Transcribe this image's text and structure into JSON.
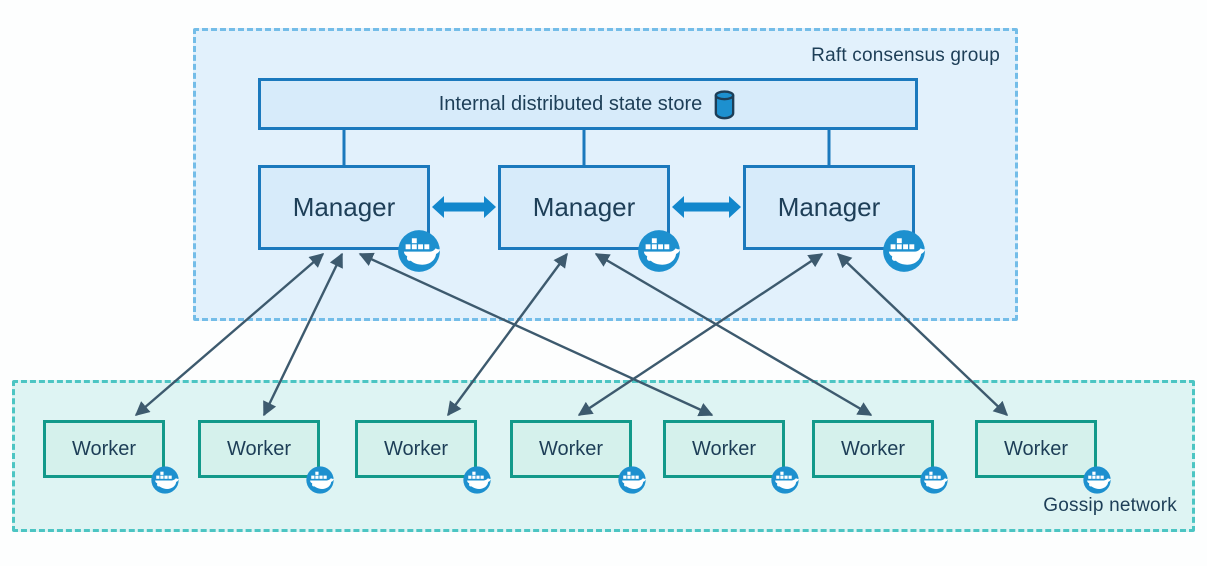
{
  "diagram": {
    "raft": {
      "label": "Raft consensus group",
      "state_store": {
        "label": "Internal distributed state store",
        "icon": "database-cylinder-icon"
      },
      "managers": [
        {
          "label": "Manager",
          "icon": "docker-whale-icon"
        },
        {
          "label": "Manager",
          "icon": "docker-whale-icon"
        },
        {
          "label": "Manager",
          "icon": "docker-whale-icon"
        }
      ]
    },
    "gossip": {
      "label": "Gossip network",
      "workers": [
        {
          "label": "Worker",
          "icon": "docker-whale-icon"
        },
        {
          "label": "Worker",
          "icon": "docker-whale-icon"
        },
        {
          "label": "Worker",
          "icon": "docker-whale-icon"
        },
        {
          "label": "Worker",
          "icon": "docker-whale-icon"
        },
        {
          "label": "Worker",
          "icon": "docker-whale-icon"
        },
        {
          "label": "Worker",
          "icon": "docker-whale-icon"
        },
        {
          "label": "Worker",
          "icon": "docker-whale-icon"
        }
      ]
    },
    "connections": {
      "manager_peer_links": [
        {
          "from": "manager-1",
          "to": "manager-2",
          "style": "thick-double-arrow"
        },
        {
          "from": "manager-2",
          "to": "manager-3",
          "style": "thick-double-arrow"
        }
      ],
      "state_store_links": [
        "manager-1",
        "manager-2",
        "manager-3"
      ],
      "manager_worker_links": [
        {
          "from": "manager-1",
          "to": "worker-1"
        },
        {
          "from": "manager-1",
          "to": "worker-2"
        },
        {
          "from": "manager-1",
          "to": "worker-5"
        },
        {
          "from": "manager-2",
          "to": "worker-3"
        },
        {
          "from": "manager-2",
          "to": "worker-6"
        },
        {
          "from": "manager-3",
          "to": "worker-4"
        },
        {
          "from": "manager-3",
          "to": "worker-7"
        }
      ]
    },
    "colors": {
      "raft_fill": "#e2f1fc",
      "raft_border": "#74bde8",
      "node_blue_fill": "#d7ebfa",
      "node_blue_border": "#1b79bd",
      "gossip_fill": "#def4f3",
      "gossip_border": "#4cc5c3",
      "worker_fill": "#d5f1ec",
      "worker_border": "#12998a",
      "docker_badge_blue": "#1d90cf",
      "thin_arrow": "#3d5a6e",
      "thick_arrow": "#1287cc",
      "text": "#1d3e57"
    }
  }
}
